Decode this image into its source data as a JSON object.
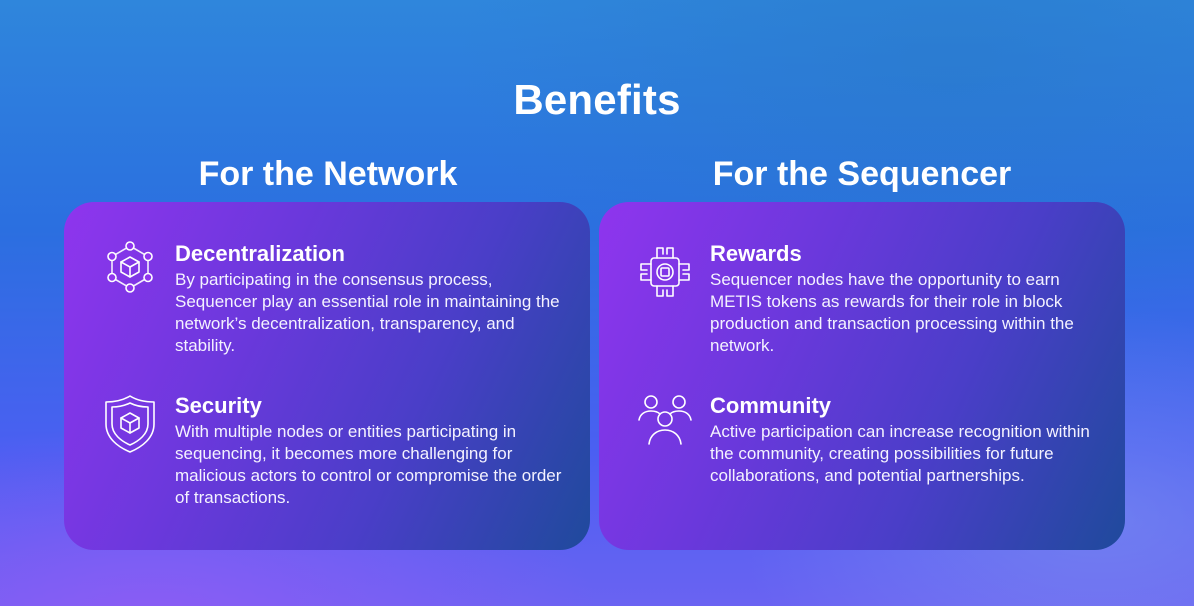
{
  "page": {
    "title": "Benefits"
  },
  "network": {
    "title": "For the Network",
    "items": [
      {
        "heading": "Decentralization",
        "body": "By participating in the consensus process, Sequencer play an essential role in maintaining the network’s decentralization, transparency, and stability.",
        "icon": "network-cube-icon"
      },
      {
        "heading": "Security",
        "body": "With multiple nodes or entities participating in sequencing, it becomes more challenging for malicious actors to control or compromise the order of transactions.",
        "icon": "shield-cube-icon"
      }
    ]
  },
  "sequencer": {
    "title": "For the Sequencer",
    "items": [
      {
        "heading": "Rewards",
        "body": "Sequencer nodes have the opportunity to earn METIS tokens as rewards for their role in block production and transaction processing within the network.",
        "icon": "chip-icon"
      },
      {
        "heading": "Community",
        "body": "Active participation can increase recognition within the community, creating possibilities for future collaborations, and potential partnerships.",
        "icon": "people-icon"
      }
    ]
  },
  "colors": {
    "card_start": "#8f35ee",
    "card_end": "#1f4a9c",
    "background_top": "#2f86dc",
    "background_bottom": "#6a63f2",
    "text": "#ffffff"
  }
}
